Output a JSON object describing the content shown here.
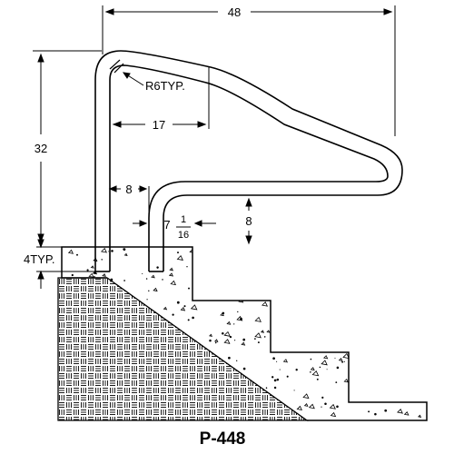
{
  "diagram": {
    "title": "P-448",
    "dimensions": {
      "overall_width": "48",
      "radius_note": "R6TYP.",
      "top_span": "17",
      "height": "32",
      "handle_offset": "8",
      "leg_spacing_whole": "7",
      "leg_spacing_num": "1",
      "leg_spacing_den": "16",
      "return_height": "8",
      "embed_depth": "4TYP."
    },
    "colors": {
      "line": "#000000",
      "background": "#ffffff"
    }
  }
}
